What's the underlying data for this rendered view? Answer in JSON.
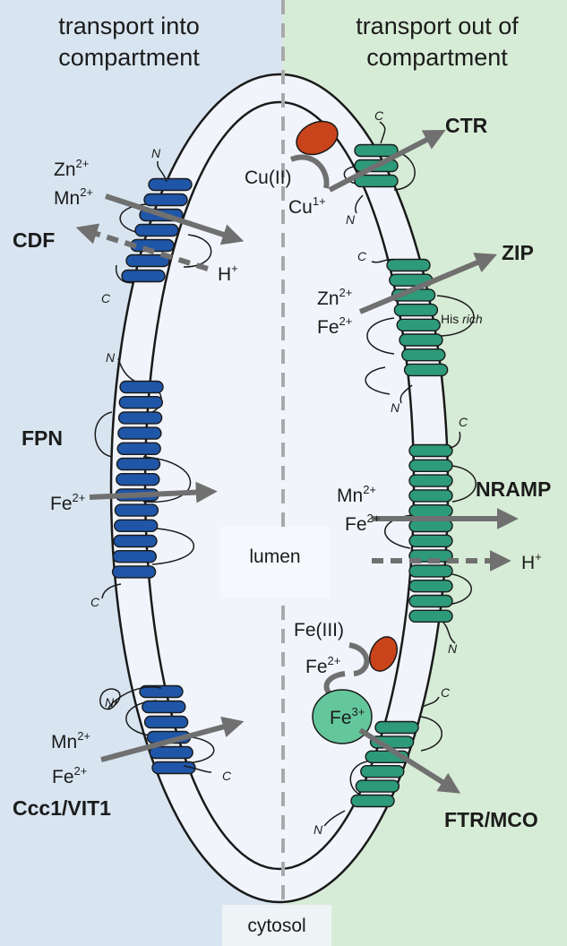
{
  "headers": {
    "left_line1": "transport into",
    "left_line2": "compartment",
    "right_line1": "transport out of",
    "right_line2": "compartment"
  },
  "regions": {
    "lumen": "lumen",
    "cytosol": "cytosol"
  },
  "colors": {
    "left_bg": "#d8e5f1",
    "right_bg": "#d7ecd6",
    "lumen_fill": "#f1f5fb",
    "blue_helix": "#1f56a8",
    "green_helix": "#2d9a79",
    "arrow": "#707070",
    "red_oxidase": "#c9441a",
    "ferroxidase": "#63c79b"
  },
  "transporters": {
    "cdf": {
      "name": "CDF",
      "ion1": "Zn",
      "ion1_charge": "2+",
      "ion2": "Mn",
      "ion2_charge": "2+",
      "counter": "H",
      "counter_charge": "+",
      "n_term": "N",
      "c_term": "C"
    },
    "fpn": {
      "name": "FPN",
      "ion": "Fe",
      "ion_charge": "2+",
      "n_term": "N",
      "c_term": "C"
    },
    "ccc1": {
      "name": "Ccc1/VIT1",
      "ion1": "Mn",
      "ion1_charge": "2+",
      "ion2": "Fe",
      "ion2_charge": "2+",
      "n_term": "N",
      "c_term": "C"
    },
    "ctr": {
      "name": "CTR",
      "ox": "Cu(II)",
      "ion": "Cu",
      "ion_charge": "1+",
      "n_term": "N",
      "c_term": "C"
    },
    "zip": {
      "name": "ZIP",
      "ion1": "Zn",
      "ion1_charge": "2+",
      "ion2": "Fe",
      "ion2_charge": "2+",
      "loop_label": "His",
      "loop_label_italic": "rich",
      "n_term": "N",
      "c_term": "C"
    },
    "nramp": {
      "name": "NRAMP",
      "ion1": "Mn",
      "ion1_charge": "2+",
      "ion2": "Fe",
      "ion2_charge": "2+",
      "counter": "H",
      "counter_charge": "+",
      "n_term": "N",
      "c_term": "C"
    },
    "ftr": {
      "name": "FTR/MCO",
      "ox": "Fe(III)",
      "ion": "Fe",
      "ion_charge": "2+",
      "ion3": "Fe",
      "ion3_charge": "3+",
      "n_term": "N",
      "c_term": "C"
    }
  }
}
